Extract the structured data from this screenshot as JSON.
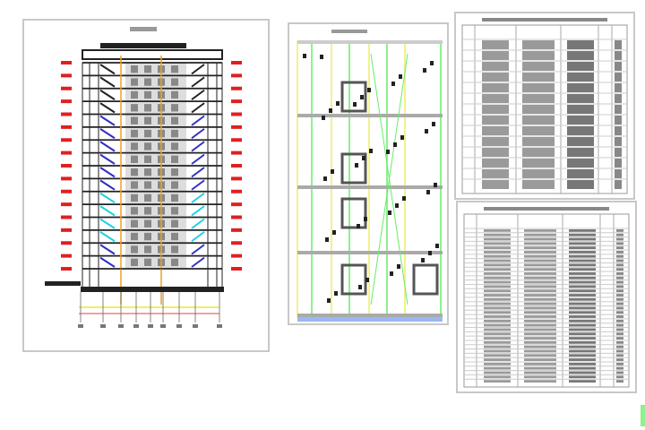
{
  "sheets": [
    {
      "id": "section",
      "floors": 16
    },
    {
      "id": "plan",
      "bays": 4
    },
    {
      "id": "table-top",
      "rows": 14
    },
    {
      "id": "table-bottom",
      "rows": 36
    }
  ],
  "colors": {
    "frame": "#c8c8c8",
    "line": "#222222",
    "dim_red": "#e02020",
    "axis_orange": "#f0a020",
    "blue": "#3030c0",
    "cyan": "#20d0e0",
    "grid_green": "#66ee66",
    "grid_yellow": "#eeee66",
    "table_gray": "#9a9a9a"
  }
}
